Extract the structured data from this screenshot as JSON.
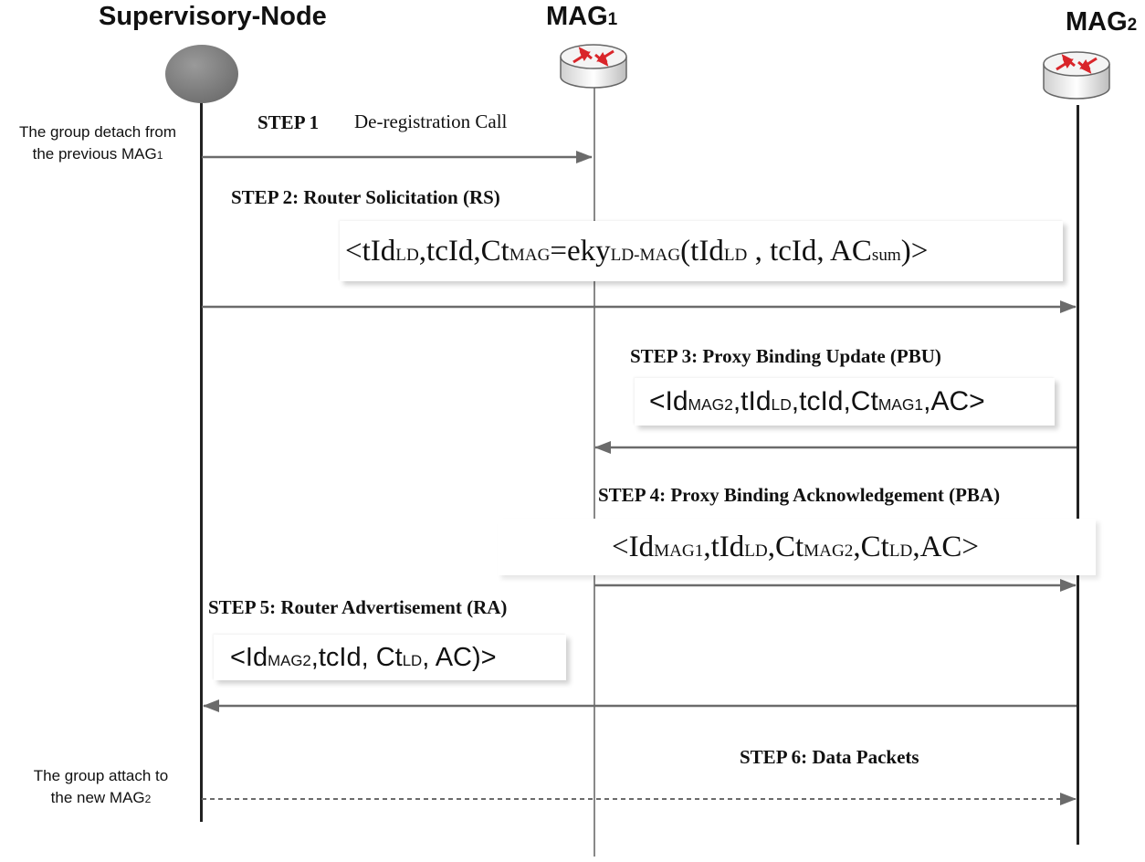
{
  "actors": {
    "supervisory": "Supervisory-Node",
    "mag1": {
      "base": "MAG",
      "sub": "1"
    },
    "mag2": {
      "base": "MAG",
      "sub": "2"
    }
  },
  "notes": {
    "detach_line1": "The group detach from",
    "detach_line2": "the previous MAG",
    "detach_sub": "1",
    "attach_line1": "The group attach to",
    "attach_line2": "the new MAG",
    "attach_sub": "2"
  },
  "steps": {
    "step1_label": "STEP 1",
    "step1_text": "De-registration Call",
    "step2": "STEP 2: Router Solicitation (RS)",
    "step3": "STEP 3: Proxy Binding Update (PBU)",
    "step4": "STEP 4: Proxy Binding Acknowledgement (PBA)",
    "step5": "STEP 5: Router Advertisement (RA)",
    "step6": "STEP 6:  Data Packets"
  },
  "messages": {
    "rs": {
      "p1": "<tId",
      "s1": "LD",
      "p2": ",tcId,Ct",
      "s2": "MAG",
      "p3": "=eky",
      "s3": "LD-MAG",
      "p4": "(tId",
      "s4": "LD",
      "p5": " , tcId, AC",
      "s5": "sum",
      "p6": ")>"
    },
    "pbu": {
      "p1": "<Id",
      "s1": "MAG2",
      "p2": ",tId",
      "s2": "LD",
      "p3": ",tcId,Ct",
      "s3": "MAG1",
      "p4": ",AC>"
    },
    "pba": {
      "p1": "<Id",
      "s1": "MAG1",
      "p2": ",tId",
      "s2": "LD",
      "p3": ",Ct",
      "s3": "MAG2",
      "p4": ",Ct",
      "s4": "LD",
      "p5": ",AC>"
    },
    "ra": {
      "p1": "<Id",
      "s1": "MAG2",
      "p2": ",tcId, Ct",
      "s2": "LD",
      "p3": ", AC)>"
    }
  },
  "colors": {
    "node_fill": "#7f7f7f",
    "router_arrow": "#d9252a",
    "arrow": "#6b6b6b"
  },
  "icons": [
    "supervisory-node-circle",
    "router-icon",
    "router-icon"
  ]
}
